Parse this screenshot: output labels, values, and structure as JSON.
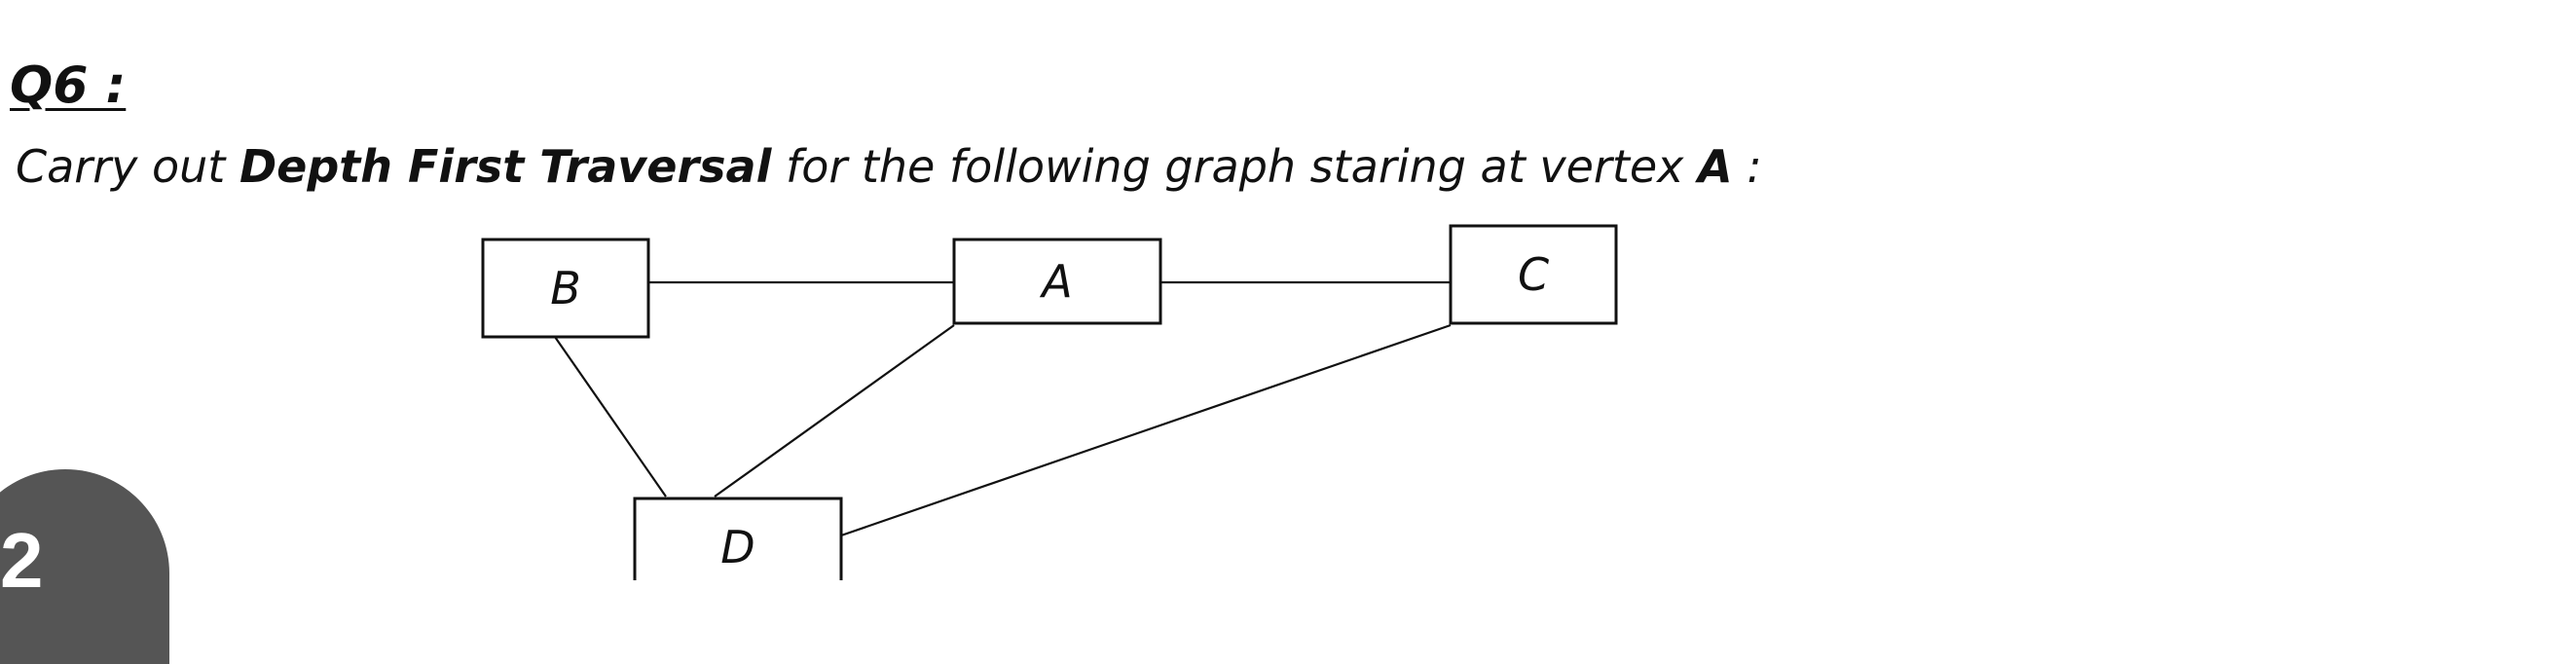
{
  "question": {
    "number": "Q6 :",
    "prompt_pre": "Carry out ",
    "prompt_bold": "Depth First Traversal",
    "prompt_post": " for the following graph staring at vertex ",
    "prompt_vertex": "A",
    "prompt_end": " :"
  },
  "graph": {
    "nodes": [
      {
        "id": "B",
        "label": "B"
      },
      {
        "id": "A",
        "label": "A"
      },
      {
        "id": "C",
        "label": "C"
      },
      {
        "id": "D",
        "label": "D"
      }
    ],
    "edges": [
      [
        "B",
        "A"
      ],
      [
        "A",
        "C"
      ],
      [
        "B",
        "D"
      ],
      [
        "A",
        "D"
      ],
      [
        "C",
        "D"
      ]
    ]
  },
  "page_badge": {
    "text": "2"
  }
}
